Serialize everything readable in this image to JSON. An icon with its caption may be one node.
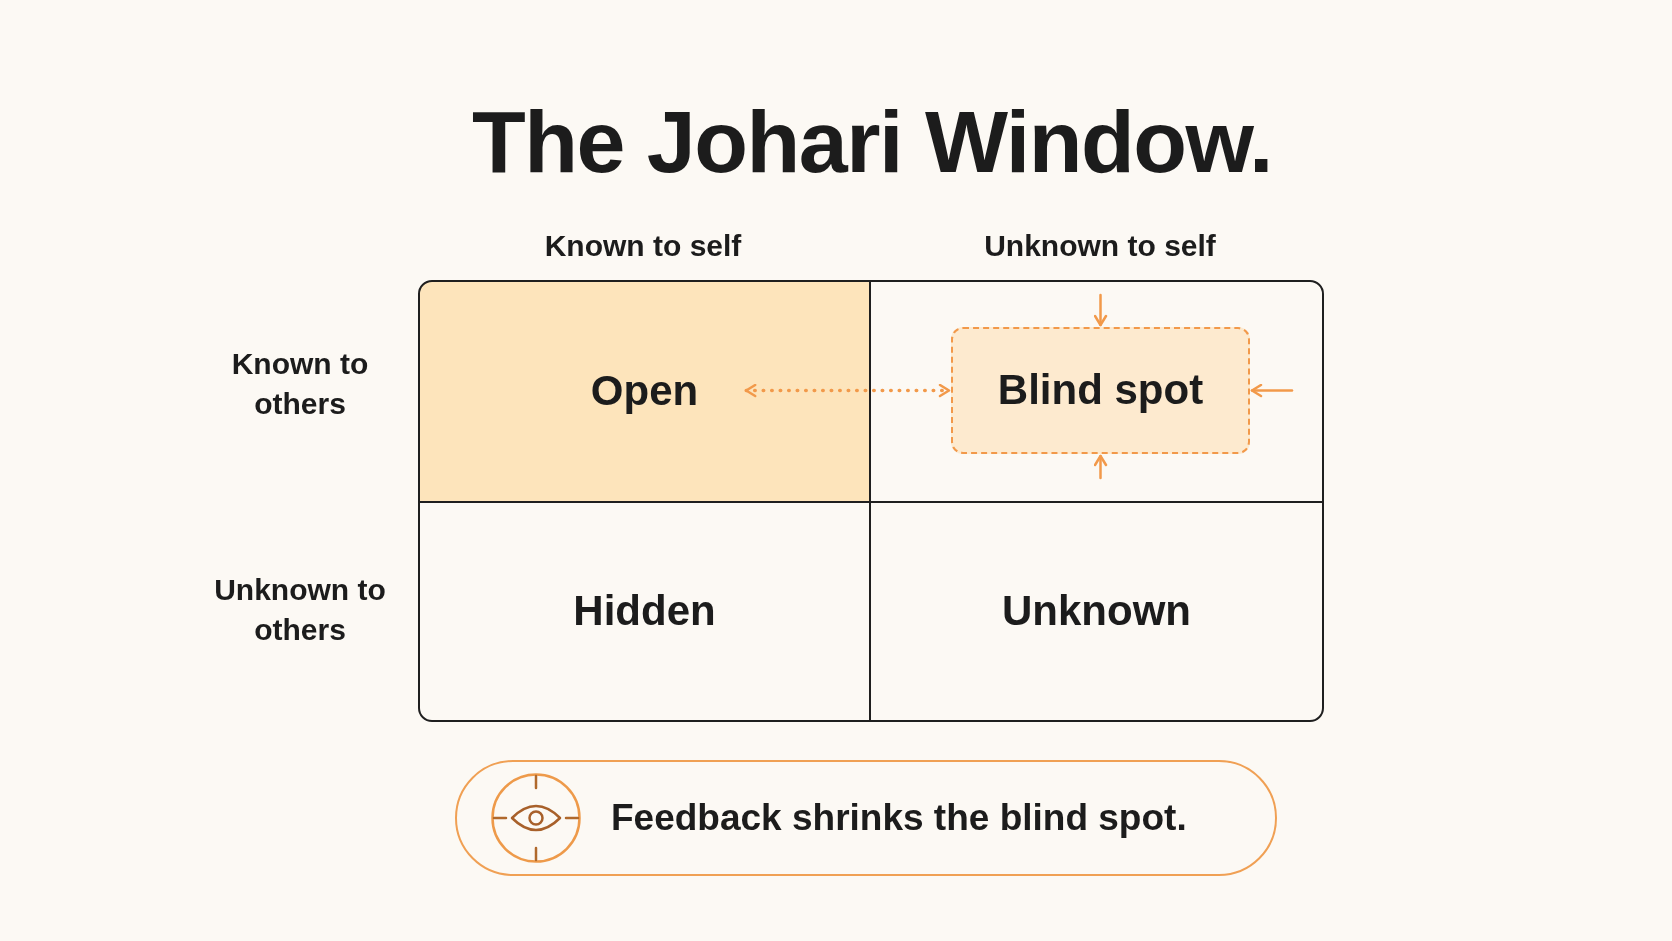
{
  "diagram": {
    "title": "The Johari Window.",
    "nodes": [
      {
        "text": [
          "Open"
        ]
      },
      {
        "text": [],
        "shape": "box"
      },
      {
        "text": [
          "Blind spot"
        ],
        "in": 1
      },
      {
        "text": [
          "Hidden"
        ]
      },
      {
        "text": [
          "Unknown"
        ]
      },
      {
        "text": [
          "Feedback shrinks the blind spot."
        ]
      }
    ],
    "edges": [
      {
        "from": null,
        "to": 2,
        "arrow": "to"
      },
      {
        "from": 0,
        "to": 2,
        "arrow": "both",
        "style": "dashed"
      },
      {
        "from": null,
        "to": 2,
        "arrow": "to"
      },
      {
        "from": null,
        "to": 2,
        "arrow": "to"
      }
    ],
    "labels": [
      "Known to self",
      "Unknown to self",
      "Known to others",
      "Unknown to others"
    ]
  }
}
